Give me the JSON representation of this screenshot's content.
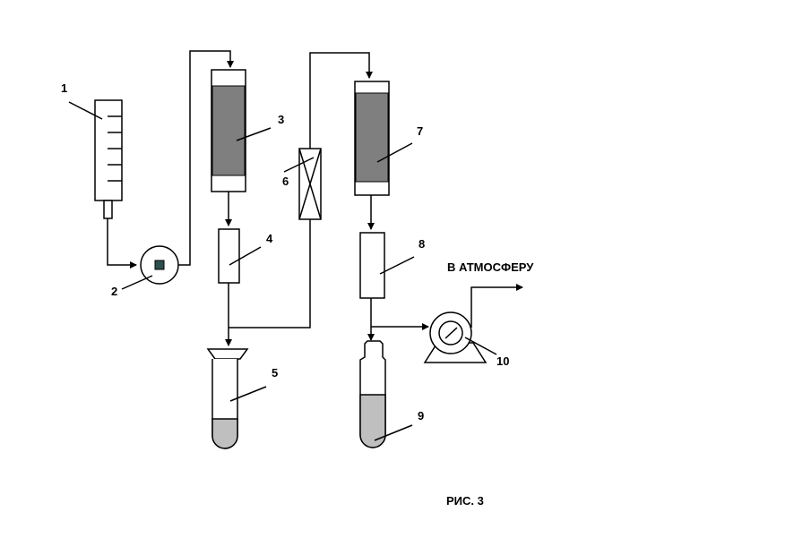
{
  "labels": {
    "l1": "1",
    "l2": "2",
    "l3": "3",
    "l4": "4",
    "l5": "5",
    "l6": "6",
    "l7": "7",
    "l8": "8",
    "l9": "9",
    "l10": "10"
  },
  "outlet_text": "В АТМОСФЕРУ",
  "caption": "РИС. 3",
  "colors": {
    "line": "#000000",
    "packing": "#7f7f7f",
    "liquid": "#bfbfbf",
    "pump_core": "#2f4f4f"
  }
}
